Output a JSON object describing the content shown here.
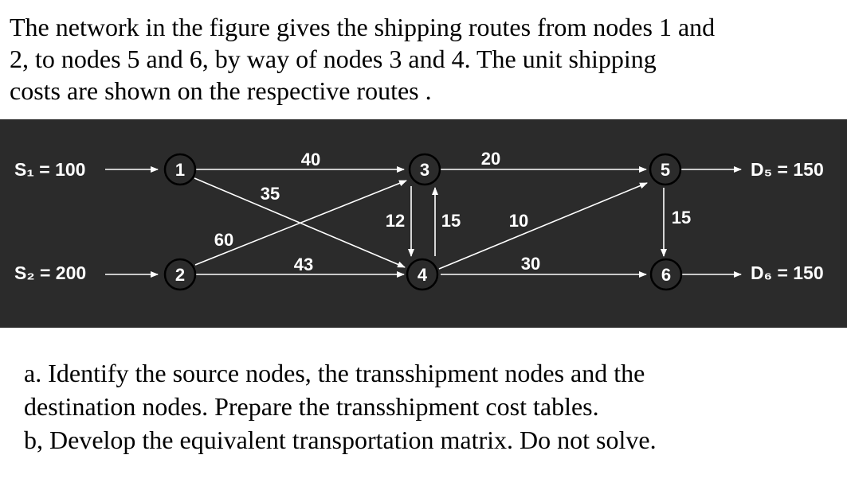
{
  "intro": {
    "line1": "The network in the figure gives the shipping routes from nodes 1 and",
    "line2": "2, to nodes 5 and 6, by way of nodes 3 and 4. The unit shipping",
    "line3": "costs are shown on the respective routes ."
  },
  "network": {
    "supplies": [
      {
        "label": "S₁ = 100"
      },
      {
        "label": "S₂ = 200"
      }
    ],
    "demands": [
      {
        "label": "D₅ = 150"
      },
      {
        "label": "D₆ = 150"
      }
    ],
    "nodes": [
      "1",
      "2",
      "3",
      "4",
      "5",
      "6"
    ],
    "routes": [
      {
        "from": "1",
        "to": "3",
        "cost": "40"
      },
      {
        "from": "1",
        "to": "4",
        "cost": "35"
      },
      {
        "from": "2",
        "to": "3",
        "cost": "60"
      },
      {
        "from": "2",
        "to": "4",
        "cost": "43"
      },
      {
        "from": "3",
        "to": "4",
        "cost": "12"
      },
      {
        "from": "4",
        "to": "3",
        "cost": "15"
      },
      {
        "from": "3",
        "to": "5",
        "cost": "20"
      },
      {
        "from": "4",
        "to": "5",
        "cost": "10"
      },
      {
        "from": "4",
        "to": "6",
        "cost": "30"
      },
      {
        "from": "5",
        "to": "6",
        "cost": "15"
      }
    ]
  },
  "questions": {
    "line1": "a. Identify the source nodes, the transshipment nodes and the",
    "line2": "destination nodes.  Prepare the transshipment cost tables.",
    "line3": "b, Develop the equivalent transportation matrix. Do not solve."
  }
}
